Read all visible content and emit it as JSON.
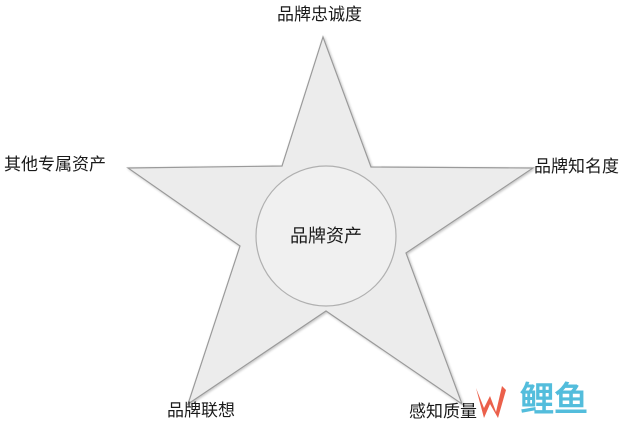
{
  "diagram": {
    "center_label": "品牌资产",
    "points": {
      "top": "品牌忠诚度",
      "left": "其他专属资产",
      "right": "品牌知名度",
      "bottom_left": "品牌联想",
      "bottom_right": "感知质量"
    }
  },
  "watermark": {
    "text": "鲤鱼"
  },
  "colors": {
    "star_fill": "#ececec",
    "star_stroke": "#9a9a9a",
    "circle_fill": "#f0f0f0",
    "watermark_fire": "#e8442c",
    "watermark_text": "#36b2d6"
  }
}
